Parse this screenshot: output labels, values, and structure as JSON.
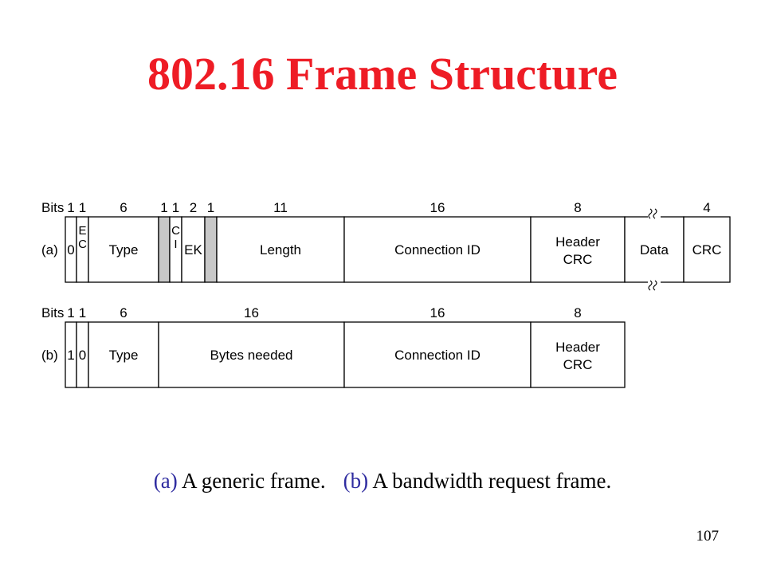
{
  "title": "802.16 Frame Structure",
  "frames": [
    {
      "row_label": "(a)",
      "bits_header": "Bits",
      "fields": [
        {
          "bits": "1",
          "label": "0",
          "shaded": false
        },
        {
          "bits": "1",
          "label": "EC",
          "shaded": false,
          "vertical": true
        },
        {
          "bits": "6",
          "label": "Type",
          "shaded": false
        },
        {
          "bits": "1",
          "label": "",
          "shaded": true
        },
        {
          "bits": "1",
          "label": "CI",
          "shaded": false,
          "vertical": true
        },
        {
          "bits": "2",
          "label": "EK",
          "shaded": false
        },
        {
          "bits": "1",
          "label": "",
          "shaded": true
        },
        {
          "bits": "11",
          "label": "Length",
          "shaded": false
        },
        {
          "bits": "16",
          "label": "Connection ID",
          "shaded": false
        },
        {
          "bits": "8",
          "label": "Header CRC",
          "shaded": false
        },
        {
          "bits": "",
          "label": "Data",
          "shaded": false,
          "variable": true
        },
        {
          "bits": "4",
          "label": "CRC",
          "shaded": false
        }
      ]
    },
    {
      "row_label": "(b)",
      "bits_header": "Bits",
      "fields": [
        {
          "bits": "1",
          "label": "1",
          "shaded": false
        },
        {
          "bits": "1",
          "label": "0",
          "shaded": false
        },
        {
          "bits": "6",
          "label": "Type",
          "shaded": false
        },
        {
          "bits": "16",
          "label": "Bytes needed",
          "shaded": false
        },
        {
          "bits": "16",
          "label": "Connection ID",
          "shaded": false
        },
        {
          "bits": "8",
          "label": "Header CRC",
          "shaded": false
        }
      ]
    }
  ],
  "caption": {
    "a_tag": "(a)",
    "a_text": "A generic frame.",
    "b_tag": "(b)",
    "b_text": "A bandwidth request frame."
  },
  "page_number": "107"
}
